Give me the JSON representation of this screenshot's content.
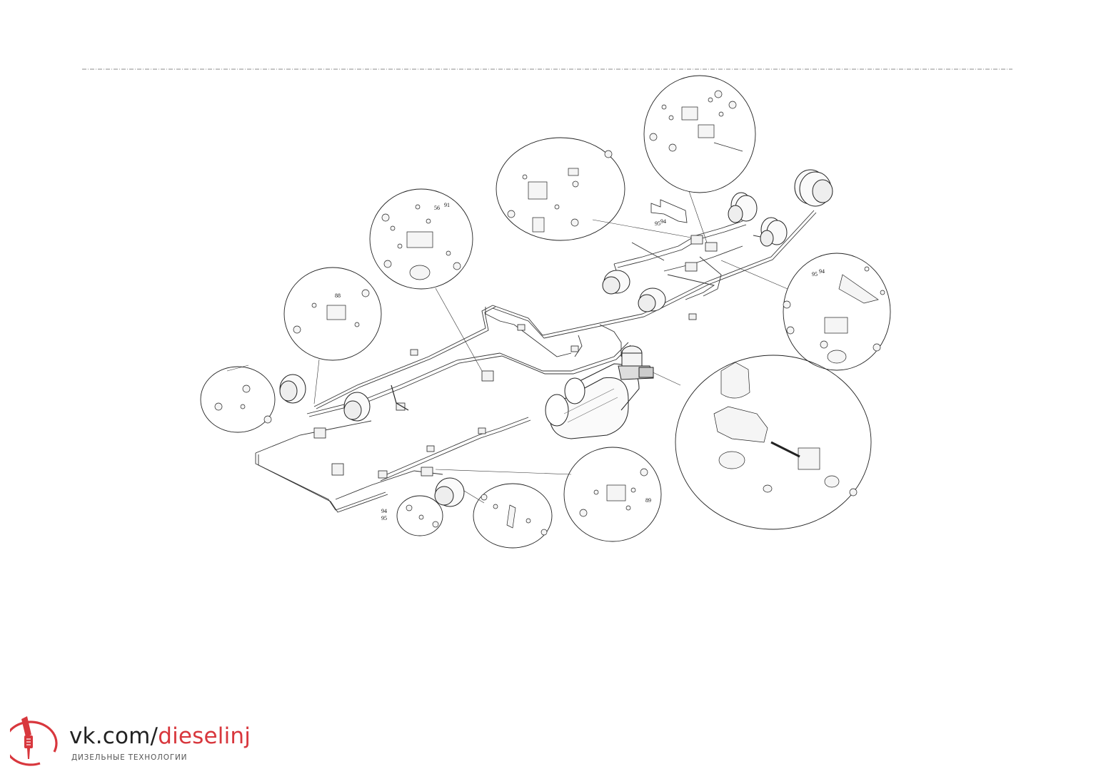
{
  "diagram": {
    "part_numbers": [
      "56",
      "91",
      "88",
      "95",
      "94",
      "89"
    ],
    "callouts": [
      {
        "id": "valve-top-left",
        "number_1": "56",
        "number_2": "91"
      },
      {
        "id": "valve-left",
        "number": "88"
      },
      {
        "id": "right-bracket-upper",
        "number_1": "95",
        "number_2": "94"
      },
      {
        "id": "right-bracket-lower",
        "number_1": "95",
        "number_2": "94"
      },
      {
        "id": "bottom-left",
        "number_1": "94",
        "number_2": "95"
      },
      {
        "id": "valve-bottom-right",
        "number": "89"
      }
    ]
  },
  "watermark": {
    "url_prefix": "vk.com/",
    "url_suffix": "dieselinj",
    "subtitle": "ДИЗЕЛЬНЫЕ ТЕХНОЛОГИИ",
    "accent_color": "#d8373d"
  }
}
